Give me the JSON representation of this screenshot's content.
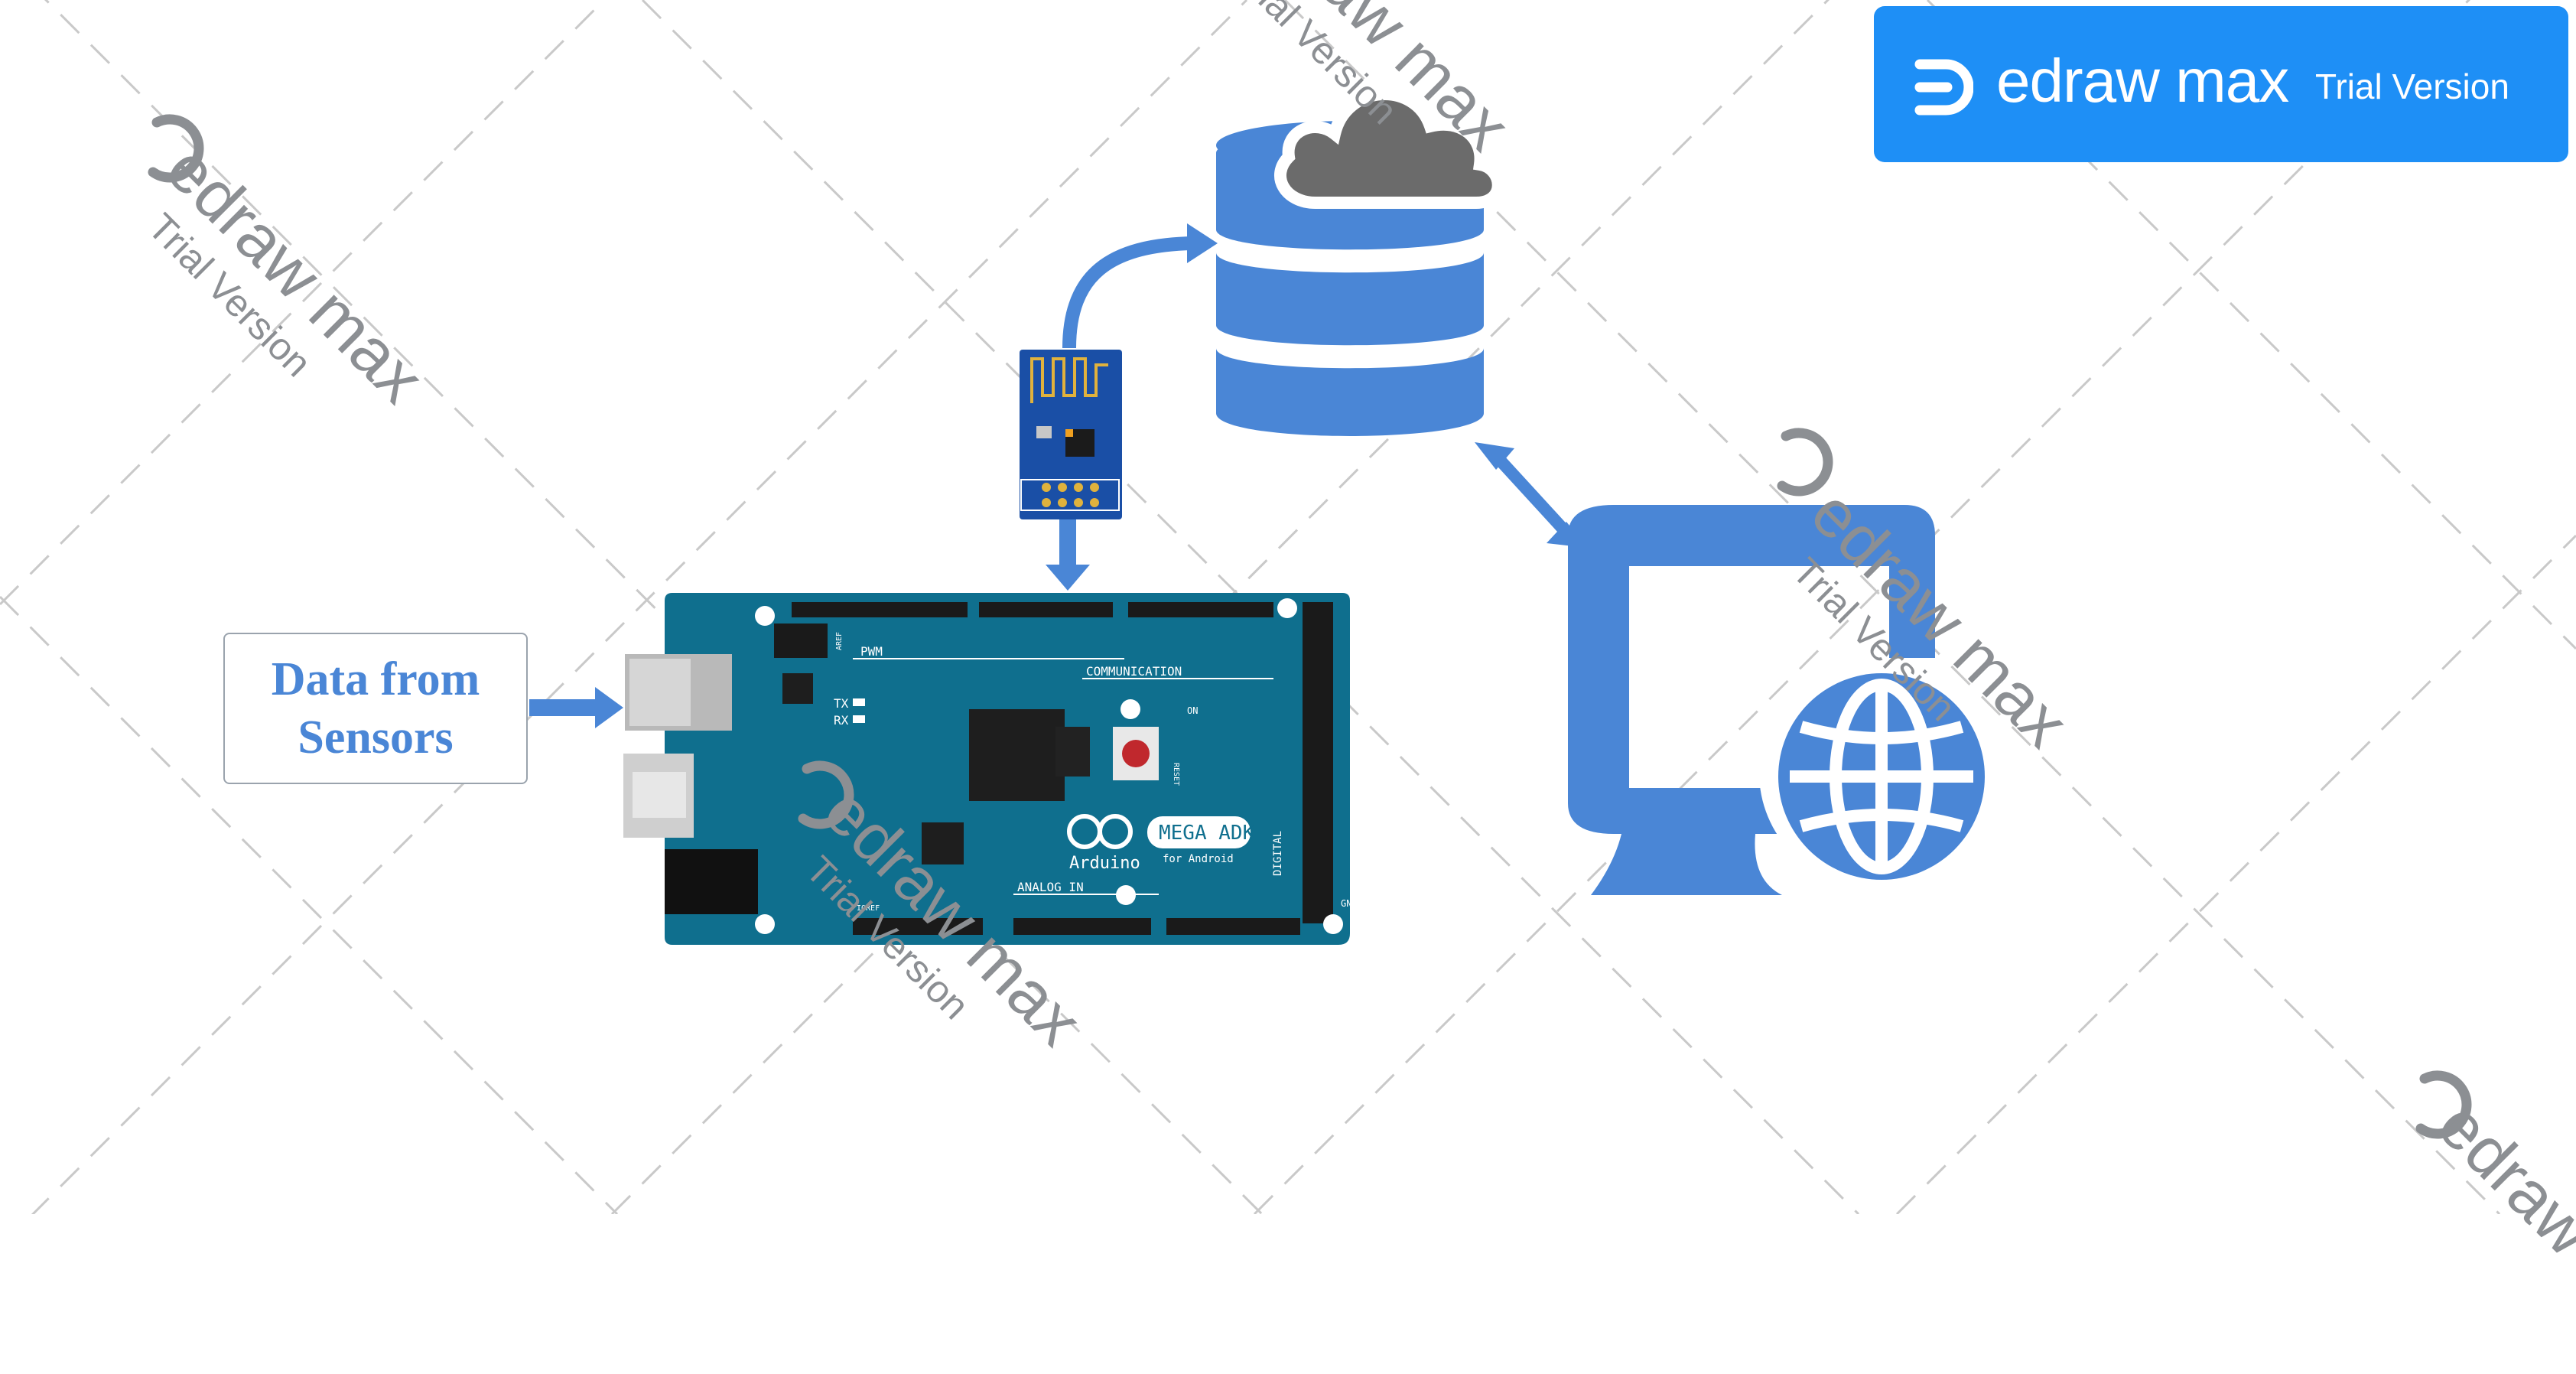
{
  "diagram": {
    "sensor_label": "Data from\nSensors"
  },
  "brand": {
    "name": "edraw max",
    "trial": "Trial Version"
  },
  "watermark": {
    "name": "edraw max",
    "trial": "Trial Version"
  },
  "board": {
    "model": "MEGA ADK",
    "subtitle": "for Android",
    "maker": "Arduino",
    "labels": {
      "pwm": "PWM",
      "communication": "COMMUNICATION",
      "analog": "ANALOG IN",
      "digital": "DIGITAL",
      "tx": "TX",
      "rx": "RX",
      "on": "ON",
      "reset": "RESET",
      "gnd": "GND",
      "aref": "AREF",
      "ioref": "IOREF"
    }
  },
  "colors": {
    "accent": "#4a86d6",
    "board": "#0f6f8e",
    "brand": "#1e8ff6",
    "cloud": "#6b6b6b",
    "esp": "#1a4fa6"
  },
  "icons": [
    "database-icon",
    "cloud-icon",
    "monitor-icon",
    "globe-icon",
    "wifi-module-icon",
    "arduino-board"
  ]
}
